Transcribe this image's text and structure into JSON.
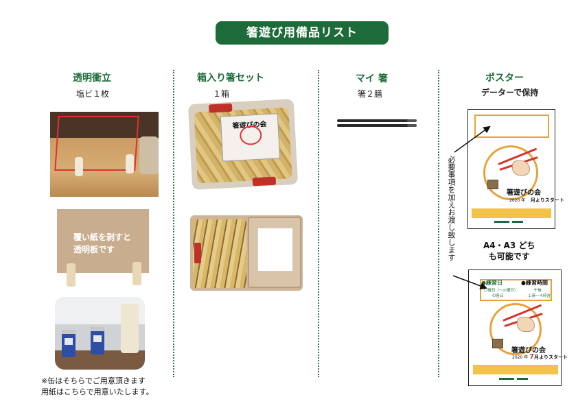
{
  "title": "箸遊び用備品リスト",
  "columns": [
    {
      "heading": "透明衝立",
      "sub": "塩ビ１枚"
    },
    {
      "heading": "箱入り箸セット",
      "sub": "１箱"
    },
    {
      "heading": "マイ 箸",
      "sub": "箸２膳"
    },
    {
      "heading": "ポスター",
      "sub": "データーで保持"
    }
  ],
  "board_text": [
    "覆い紙を剥すと",
    "透明板です"
  ],
  "note_lines": [
    "※缶はそちらでご用意頂きます",
    "用紙はこちらで用意いたします。"
  ],
  "box_card": {
    "title": "箸遊びの会"
  },
  "poster_notes": {
    "vertical": "必要事項を加えお渡し致します",
    "sizes": [
      "A4・A3 どち",
      "も可能です"
    ]
  },
  "poster1": {
    "title": "箸遊びの会",
    "year": "2020 年",
    "month_suffix": "月よりスタート"
  },
  "poster2": {
    "title": "箸遊びの会",
    "year": "2020 年",
    "month": "7",
    "month_suffix": "月よりスタート",
    "label_day": "●練習日",
    "label_time": "●練習時間",
    "day_line1": "〇曜日（〜火曜日）",
    "day_line2": "の各日",
    "time_line1": "午後",
    "time_line2": "１時〜４時含"
  },
  "colors": {
    "green": "#1e6b3a",
    "orange": "#e8a23a",
    "red": "#d8312b"
  }
}
